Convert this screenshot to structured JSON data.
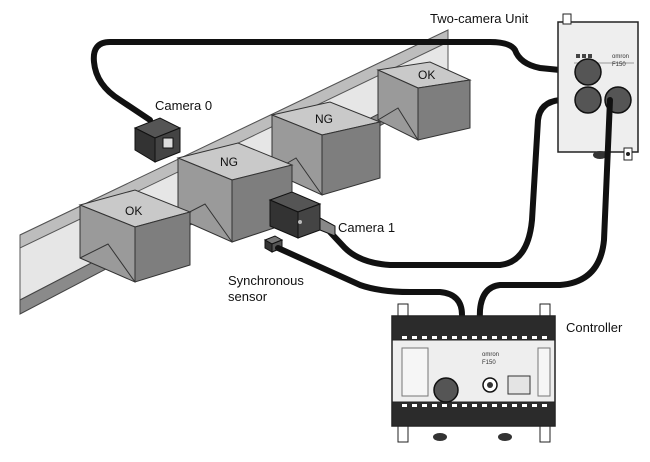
{
  "labels": {
    "two_camera_unit": "Two-camera Unit",
    "camera0": "Camera 0",
    "camera1": "Camera 1",
    "sync_line1": "Synchronous",
    "sync_line2": "sensor",
    "controller": "Controller"
  },
  "boxes": [
    "OK",
    "NG",
    "NG",
    "OK"
  ],
  "device_text": {
    "unit_brand": "omron",
    "unit_model": "F150",
    "controller_brand": "omron",
    "controller_model": "F150"
  },
  "colors": {
    "cable": "#111111",
    "box_front": "#9a9a9a",
    "box_top": "#c9c9c9",
    "box_side": "#7e7e7e",
    "belt": "#e6e6e6",
    "belt_rail": "#8a8a8a",
    "device_light": "#eeeeee",
    "device_dark": "#2b2b2b"
  }
}
